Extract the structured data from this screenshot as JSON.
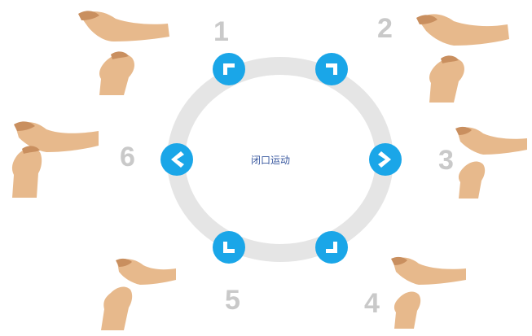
{
  "center_label": "闭口运动",
  "steps": [
    {
      "number": "1",
      "arrow": "arrow-up-left-icon"
    },
    {
      "number": "2",
      "arrow": "arrow-up-right-icon"
    },
    {
      "number": "3",
      "arrow": "arrow-right-icon"
    },
    {
      "number": "4",
      "arrow": "arrow-down-right-icon"
    },
    {
      "number": "5",
      "arrow": "arrow-down-left-icon"
    },
    {
      "number": "6",
      "arrow": "arrow-left-icon"
    }
  ],
  "colors": {
    "ring": "#e5e5e5",
    "arrow_circle": "#1aa6e8",
    "arrow_glyph": "#ffffff",
    "step_number": "#c9c9c9",
    "label": "#3b5aa0",
    "skin": "#e7b98c",
    "skin_shadow": "#c98f5f"
  }
}
